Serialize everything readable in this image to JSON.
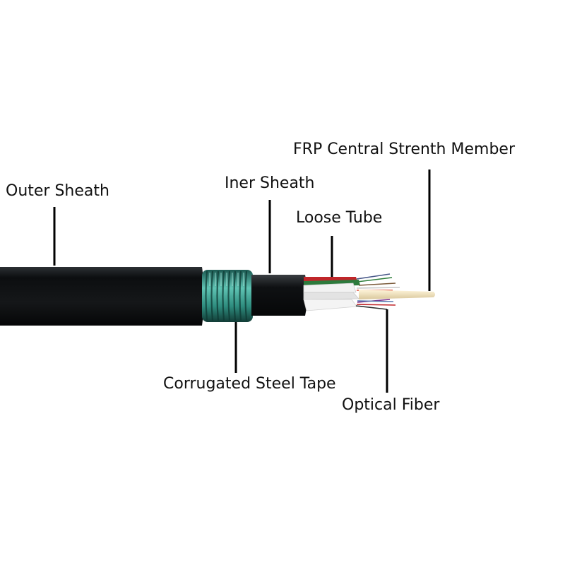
{
  "labels": {
    "outer_sheath": "Outer Sheath",
    "inner_sheath": "Iner Sheath",
    "loose_tube": "Loose Tube",
    "frp_member": "FRP Central Strenth Member",
    "steel_tape": "Corrugated Steel Tape",
    "optical_fiber": "Optical Fiber"
  },
  "colors": {
    "sheath": "#101214",
    "steel_tape": "#3a9a8c",
    "loose_tube_red": "#c0262a",
    "loose_tube_green": "#2c7a3c",
    "loose_tube_white": "#e6e6e6",
    "frp": "#efe3c4",
    "leader_line": "#000000"
  }
}
